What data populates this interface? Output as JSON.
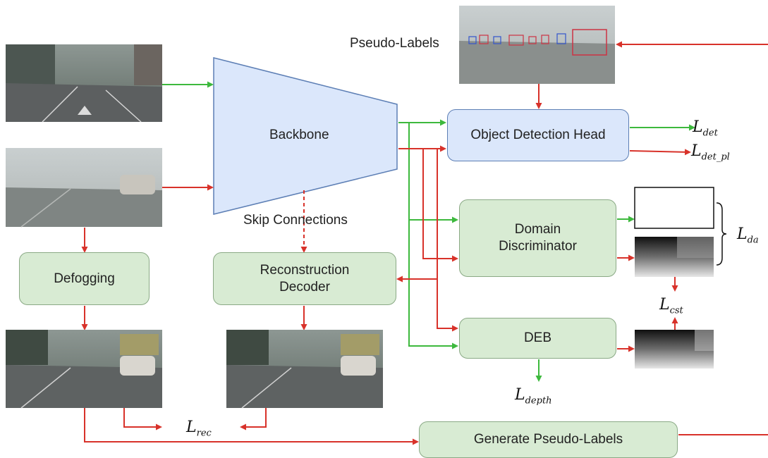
{
  "labels": {
    "backbone": "Backbone",
    "object_detection_head": "Object Detection Head",
    "domain_discriminator": "Domain\nDiscriminator",
    "reconstruction_decoder": "Reconstruction\nDecoder",
    "defogging": "Defogging",
    "deb": "DEB",
    "generate_pseudo_labels": "Generate Pseudo-Labels",
    "pseudo_labels": "Pseudo-Labels",
    "skip_connections": "Skip Connections"
  },
  "losses": {
    "det": {
      "symbol": "L",
      "sub": "det"
    },
    "det_pl": {
      "symbol": "L",
      "sub": "det_pl"
    },
    "da": {
      "symbol": "L",
      "sub": "da"
    },
    "cst": {
      "symbol": "L",
      "sub": "cst"
    },
    "depth": {
      "symbol": "L",
      "sub": "depth"
    },
    "rec": {
      "symbol": "L",
      "sub": "rec"
    }
  },
  "colors": {
    "source_path": "#3db93d",
    "target_path": "#d8322a",
    "module_fill": "#d8ebd3",
    "backbone_fill": "#dbe7fb"
  }
}
